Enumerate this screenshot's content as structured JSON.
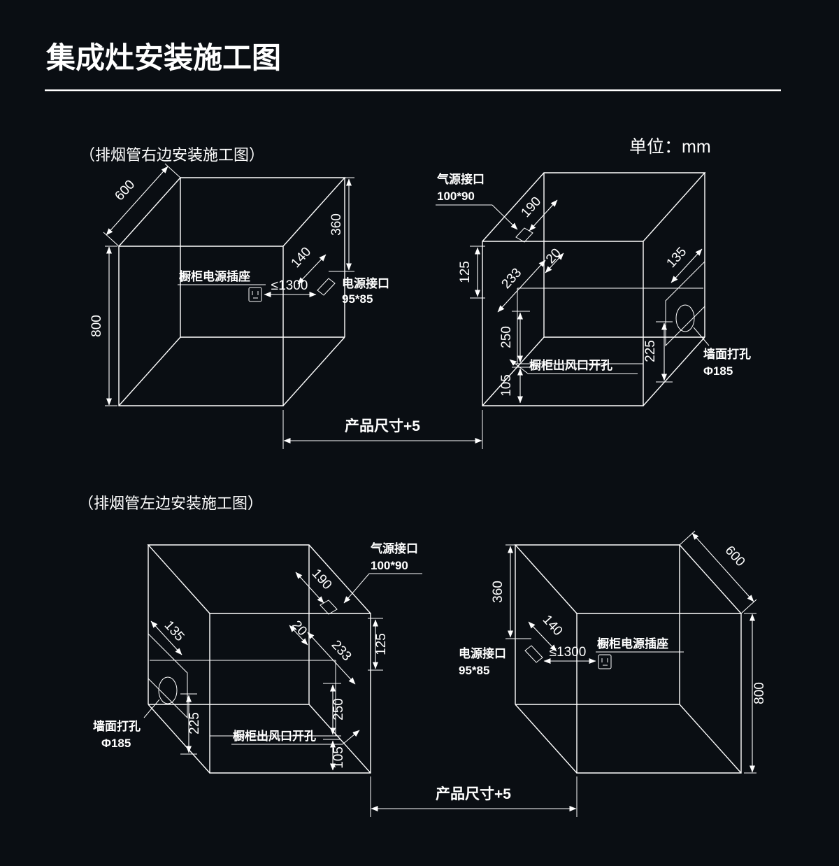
{
  "page": {
    "title": "集成灶安装施工图",
    "unit": "单位：mm"
  },
  "sections": {
    "right_vent": {
      "caption": "（排烟管右边安装施工图）"
    },
    "left_vent": {
      "caption": "（排烟管左边安装施工图）"
    }
  },
  "labels": {
    "cabinet_socket": "橱柜电源插座",
    "max_distance": "≤1300",
    "power_port_line1": "电源接口",
    "power_port_line2": "95*85",
    "gas_port_line1": "气源接口",
    "gas_port_line2": "100*90",
    "vent_opening": "橱柜出风口开孔",
    "wall_hole_line1": "墙面打孔",
    "wall_hole_line2": "Φ185",
    "product_size": "产品尺寸+5"
  },
  "dimensions": {
    "depth": "600",
    "height": "800",
    "d360": "360",
    "d140": "140",
    "d190": "190",
    "d125": "125",
    "d233": "233",
    "d20": "20",
    "d250": "250",
    "d105": "105",
    "d135": "135",
    "d225": "225"
  },
  "colors": {
    "background": "#0a0e13",
    "line": "#ffffff"
  }
}
